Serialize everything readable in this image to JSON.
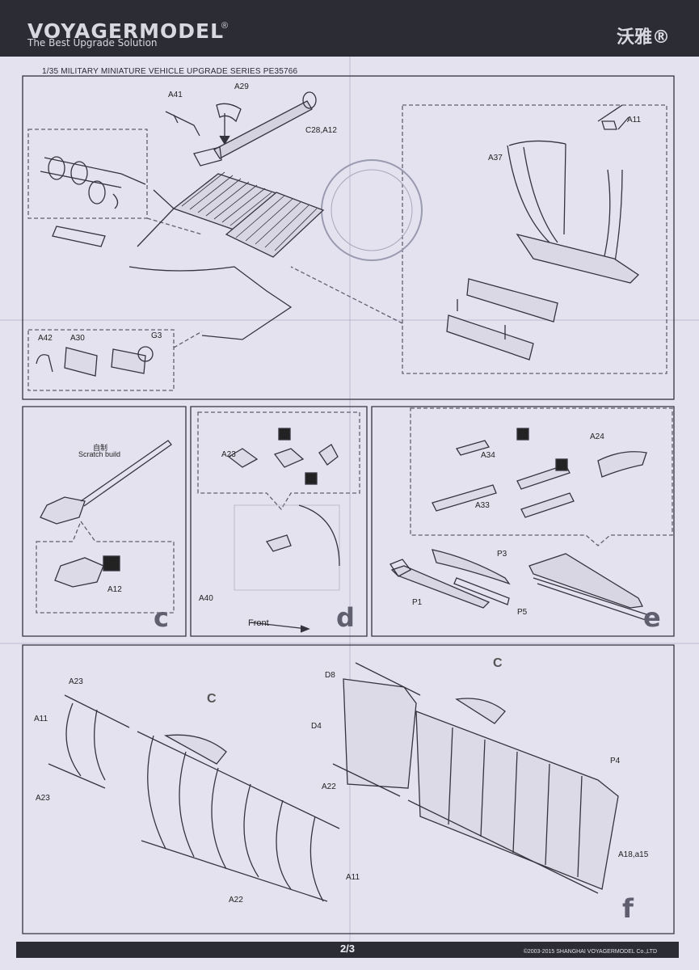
{
  "header": {
    "brand": "VOYAGERMODEL",
    "registered": "®",
    "slogan": "The Best Upgrade Solution",
    "brand_cn": "沃雅®"
  },
  "series_title": "1/35 MILITARY MINIATURE VEHICLE UPGRADE SERIES PE35766",
  "panel_top": {
    "labels": [
      "A41",
      "A29",
      "C28,A12",
      "A11",
      "A37",
      "A42",
      "A30",
      "G3"
    ]
  },
  "panel_c": {
    "letter": "c",
    "scratch_cn": "自制",
    "scratch": "Scratch build",
    "part": "A12"
  },
  "panel_d": {
    "letter": "d",
    "parts": [
      "A23",
      "A40"
    ],
    "front": "Front"
  },
  "panel_e": {
    "letter": "e",
    "parts": [
      "A34",
      "A24",
      "A33",
      "P3",
      "P1",
      "P5"
    ]
  },
  "panel_f": {
    "letter": "f",
    "parts": [
      "A23",
      "A11",
      "A23",
      "C",
      "A22",
      "A11",
      "A22",
      "D8",
      "C",
      "D4",
      "P4",
      "A18,a15"
    ]
  },
  "footer": {
    "page": "2/3",
    "copyright": "©2003-2015 SHANGHAI VOYAGERMODEL Co.,LTD"
  }
}
